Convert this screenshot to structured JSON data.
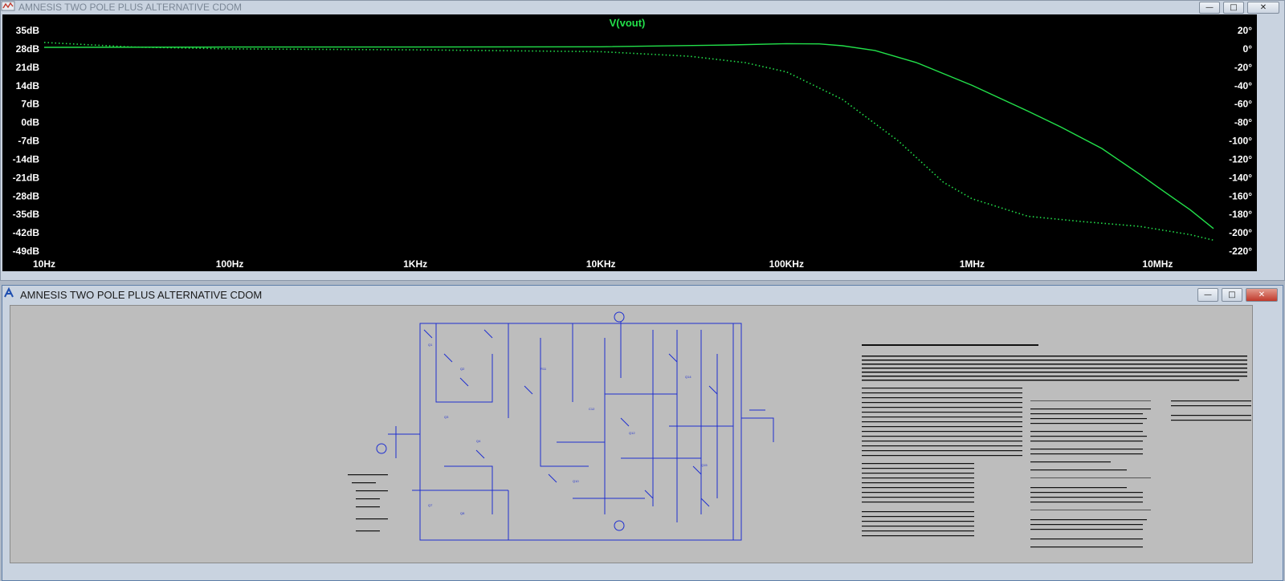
{
  "plot_window": {
    "title": "AMNESIS TWO POLE PLUS ALTERNATIVE CDOM",
    "trace_label": "V(vout)",
    "controls": [
      "minimize-icon",
      "maximize-icon",
      "close-icon"
    ]
  },
  "schematic_window": {
    "title": "AMNESIS TWO POLE PLUS ALTERNATIVE CDOM",
    "controls": [
      "minimize-icon",
      "maximize-icon",
      "close-icon"
    ]
  },
  "colors": {
    "plot_bg": "#000000",
    "trace": "#22e04a",
    "axis_text": "#ffffff",
    "schematic_bg": "#bdbdbd",
    "wire": "#1f2fd0"
  },
  "chart_data": {
    "type": "line",
    "title": "V(vout)",
    "x_scale": "log",
    "x_ticks": [
      "10Hz",
      "100Hz",
      "1KHz",
      "10KHz",
      "100KHz",
      "1MHz",
      "10MHz"
    ],
    "x_tick_values": [
      10,
      100,
      1000,
      10000,
      100000,
      1000000,
      10000000
    ],
    "xlim": [
      10,
      20000000
    ],
    "y_ticks_left": [
      "35dB",
      "28dB",
      "21dB",
      "14dB",
      "7dB",
      "0dB",
      "-7dB",
      "-14dB",
      "-21dB",
      "-28dB",
      "-35dB",
      "-42dB",
      "-49dB"
    ],
    "ylim_left": [
      -49,
      35
    ],
    "y_ticks_right": [
      "20°",
      "0°",
      "-20°",
      "-40°",
      "-60°",
      "-80°",
      "-100°",
      "-120°",
      "-140°",
      "-160°",
      "-180°",
      "-200°",
      "-220°"
    ],
    "ylim_right": [
      -220,
      20
    ],
    "series": [
      {
        "style": "solid",
        "axis": "left",
        "unit": "dB",
        "points": [
          [
            10,
            28.6
          ],
          [
            100,
            28.7
          ],
          [
            1000,
            28.7
          ],
          [
            10000,
            28.8
          ],
          [
            50000,
            29.5
          ],
          [
            100000,
            30.0
          ],
          [
            150000,
            29.9
          ],
          [
            200000,
            29.2
          ],
          [
            300000,
            27.4
          ],
          [
            500000,
            22.8
          ],
          [
            1000000,
            14.1
          ],
          [
            2000000,
            4.3
          ],
          [
            3000000,
            -1.7
          ],
          [
            5000000,
            -9.9
          ],
          [
            8000000,
            -19.7
          ],
          [
            10000000,
            -24.6
          ],
          [
            15000000,
            -33.3
          ],
          [
            20000000,
            -40.4
          ]
        ]
      },
      {
        "style": "dotted",
        "axis": "right",
        "unit": "deg",
        "points": [
          [
            10,
            7
          ],
          [
            30,
            2
          ],
          [
            100,
            0
          ],
          [
            1000,
            -1
          ],
          [
            10000,
            -3
          ],
          [
            30000,
            -8
          ],
          [
            60000,
            -15
          ],
          [
            100000,
            -25
          ],
          [
            200000,
            -55
          ],
          [
            400000,
            -100
          ],
          [
            700000,
            -145
          ],
          [
            1000000,
            -163
          ],
          [
            2000000,
            -182
          ],
          [
            4000000,
            -188
          ],
          [
            8000000,
            -193
          ],
          [
            15000000,
            -202
          ],
          [
            20000000,
            -208
          ]
        ]
      }
    ]
  }
}
